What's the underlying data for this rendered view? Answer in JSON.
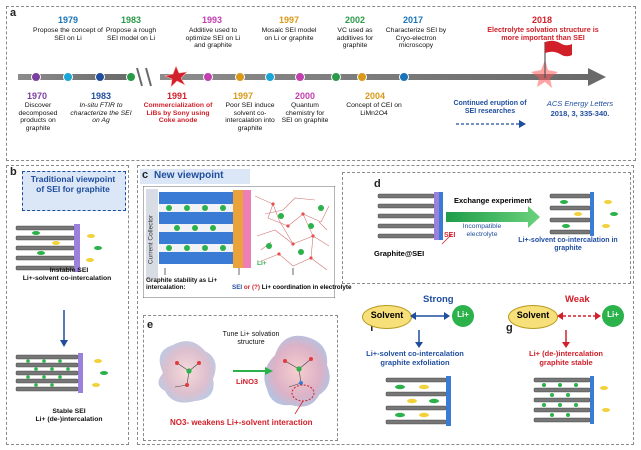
{
  "panel_a": {
    "label": "a",
    "events_top": [
      {
        "year": "1979",
        "text": "Propose the concept of SEI on Li",
        "color": "#1a74b8"
      },
      {
        "year": "1983",
        "text": "Propose a rough SEI model on Li",
        "color": "#2a9a48"
      },
      {
        "year": "1993",
        "text": "Additive used to optimize SEI on Li and graphite",
        "color": "#c23fb0"
      },
      {
        "year": "1997",
        "text": "Mosaic SEI model on Li or graphite",
        "color": "#d99a1a"
      },
      {
        "year": "2002",
        "text": "VC used as additives for graphite",
        "color": "#2a9a48"
      },
      {
        "year": "2017",
        "text": "Characterize SEI by Cryo-electron microscopy",
        "color": "#1a74b8"
      },
      {
        "year": "2018",
        "text": "Electrolyte solvation structure is more important than SEI",
        "color": "#d1202a"
      }
    ],
    "events_bottom": [
      {
        "year": "1970",
        "text": "Discover decomposed products on graphite",
        "color": "#7b3fa0"
      },
      {
        "year": "1983",
        "text": "In-situ FTIR to characterize the SEI on Ag",
        "color": "#1f4e9e"
      },
      {
        "year": "1991",
        "text": "Commercialization of LiBs by Sony using Coke anode",
        "color": "#d1202a"
      },
      {
        "year": "1997",
        "text": "Poor SEI induce solvent co-intercalation into graphite",
        "color": "#d99a1a"
      },
      {
        "year": "2000",
        "text": "Quantum chemistry for SEI on graphite",
        "color": "#c23fb0"
      },
      {
        "year": "2004",
        "text": "Concept of CEI on LiMn2O4",
        "color": "#d99a1a"
      }
    ],
    "eruption": "Continued eruption of SEI researches",
    "citation_journal": "ACS Energy Letters",
    "citation_ref": "2018, 3, 335-340."
  },
  "panel_b": {
    "label": "b",
    "title": "Traditional viewpoint of SEI for graphite",
    "top_caption_1": "Instable SEI",
    "top_caption_2": "Li+-solvent co-intercalation",
    "bottom_caption_1": "Stable SEI",
    "bottom_caption_2": "Li+ (de-)intercalation"
  },
  "panel_c": {
    "label": "c",
    "title": "New viewpoint",
    "collector": "Current Collector",
    "caption_left": "Graphite stability as Li+ intercalation:",
    "caption_sei": "SEI",
    "caption_or": "or (?)",
    "caption_right": "Li+ coordination in electrolyte",
    "li_label": "Li+"
  },
  "panel_d": {
    "label": "d",
    "exchange": "Exchange experiment",
    "incompatible": "Incompatible electrolyte",
    "graphite_sei": "Graphite@SEI",
    "sei": "SEI",
    "result": "Li+-solvent co-intercalation in graphite"
  },
  "panel_e": {
    "label": "e",
    "tune": "Tune Li+ solvation structure",
    "lino3": "LiNO3",
    "weakens": "NO3- weakens Li+-solvent interaction"
  },
  "panel_f": {
    "label": "f",
    "strength": "Strong",
    "solvent": "Solvent",
    "li": "Li+",
    "caption1": "Li+-solvent co-intercalation",
    "caption2": "graphite exfoliation"
  },
  "panel_g": {
    "label": "g",
    "strength": "Weak",
    "solvent": "Solvent",
    "li": "Li+",
    "caption1": "Li+ (de-)intercalation",
    "caption2": "graphite stable"
  },
  "colors": {
    "blue": "#1f4e9e",
    "red": "#d1202a",
    "green": "#2bb24a",
    "gold": "#f2d23a",
    "graphite": "#6e6e6e"
  }
}
